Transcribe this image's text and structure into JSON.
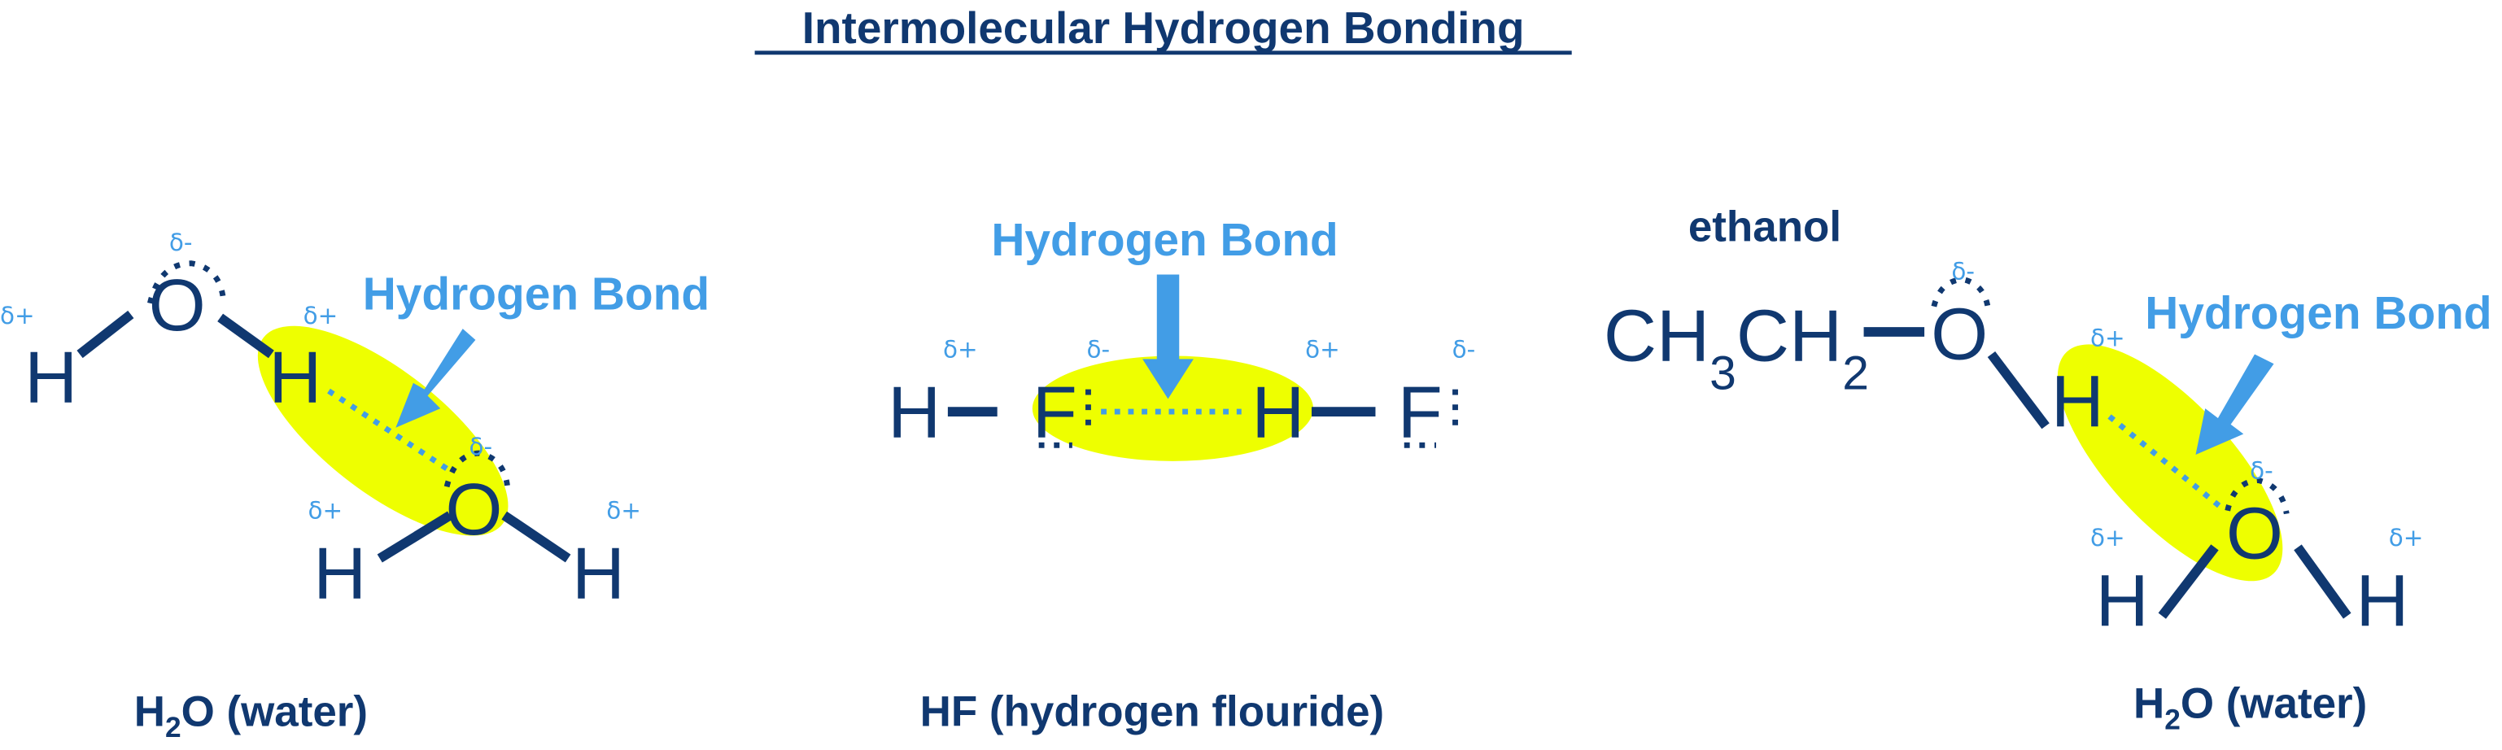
{
  "title": "Intermolecular Hydrogen Bonding",
  "colors": {
    "atom": "#103870",
    "accent": "#429de6",
    "highlight": "#eeff00"
  },
  "symbols": {
    "H": "H",
    "O": "O",
    "F": "F",
    "delta_plus": "δ+",
    "delta_minus": "δ-"
  },
  "bond_label": "Hydrogen Bond",
  "water": {
    "caption_main": "H",
    "caption_sub": "2",
    "caption_rest": "O (water)"
  },
  "hf": {
    "caption": "HF (hydrogen flouride)"
  },
  "ethanol": {
    "label": "ethanol",
    "formula": [
      {
        "t": "CH"
      },
      {
        "s": "3"
      },
      {
        "t": "CH"
      },
      {
        "s": "2"
      }
    ],
    "caption_main": "H",
    "caption_sub": "2",
    "caption_rest": "O (water)"
  }
}
